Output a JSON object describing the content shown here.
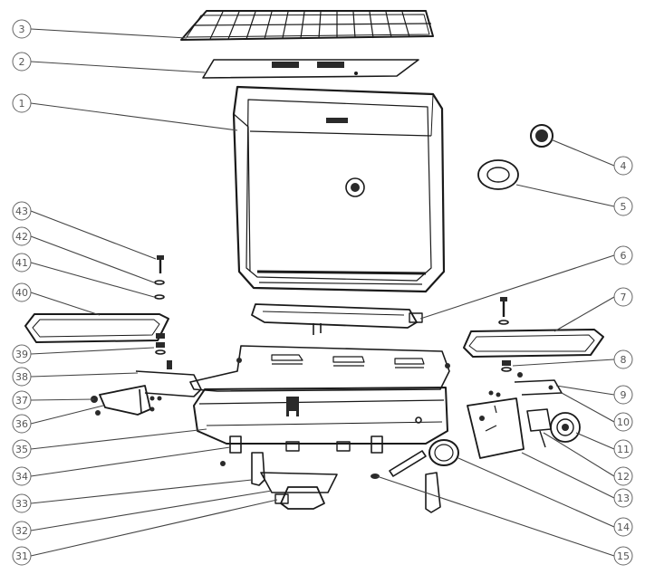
{
  "callouts": [
    {
      "id": "c3",
      "label": "3"
    },
    {
      "id": "c2",
      "label": "2"
    },
    {
      "id": "c1",
      "label": "1"
    },
    {
      "id": "c43",
      "label": "43"
    },
    {
      "id": "c42",
      "label": "42"
    },
    {
      "id": "c41",
      "label": "41"
    },
    {
      "id": "c40",
      "label": "40"
    },
    {
      "id": "c39",
      "label": "39"
    },
    {
      "id": "c38",
      "label": "38"
    },
    {
      "id": "c37",
      "label": "37"
    },
    {
      "id": "c36",
      "label": "36"
    },
    {
      "id": "c35",
      "label": "35"
    },
    {
      "id": "c34",
      "label": "34"
    },
    {
      "id": "c33",
      "label": "33"
    },
    {
      "id": "c32",
      "label": "32"
    },
    {
      "id": "c31",
      "label": "31"
    },
    {
      "id": "c4",
      "label": "4"
    },
    {
      "id": "c5",
      "label": "5"
    },
    {
      "id": "c6",
      "label": "6"
    },
    {
      "id": "c7",
      "label": "7"
    },
    {
      "id": "c8",
      "label": "8"
    },
    {
      "id": "c9",
      "label": "9"
    },
    {
      "id": "c10",
      "label": "10"
    },
    {
      "id": "c11",
      "label": "11"
    },
    {
      "id": "c12",
      "label": "12"
    },
    {
      "id": "c13",
      "label": "13"
    },
    {
      "id": "c14",
      "label": "14"
    },
    {
      "id": "c15",
      "label": "15"
    }
  ],
  "colors": {
    "line": "#1a1a1a",
    "leader": "#444444",
    "circle": "#666666",
    "fill_dark": "#2a2a2a"
  }
}
